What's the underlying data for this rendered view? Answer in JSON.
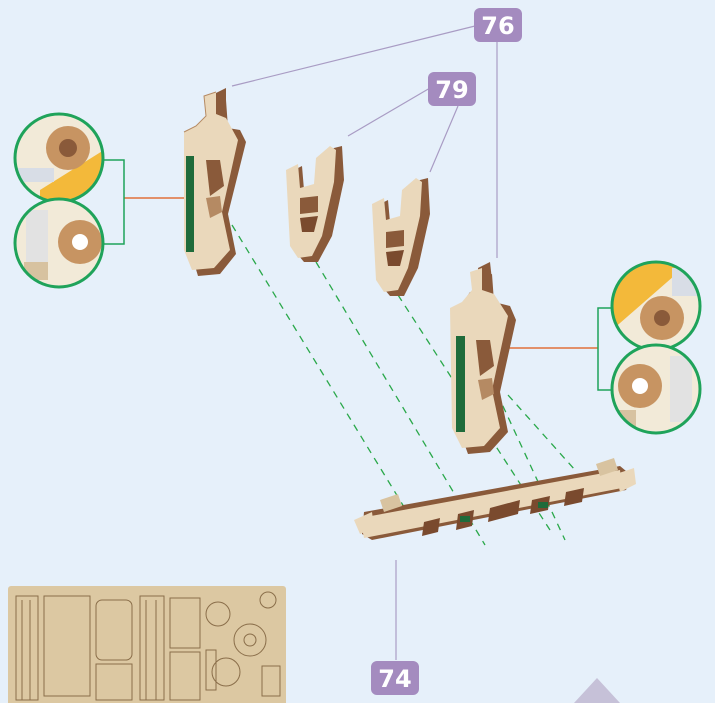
{
  "labels": {
    "part_76": "76",
    "part_79": "79",
    "part_74": "74"
  },
  "colors": {
    "background": "#e6f0fa",
    "badge": "#a48bbf",
    "leader_line": "#a99cc4",
    "guide_dash": "#2aa84a",
    "circle_ring": "#1fa35a",
    "wood_face": "#ead8bb",
    "wood_edge": "#8a5a3a",
    "green_insert": "#1f6b3a",
    "orange_pointer": "#e0703a",
    "sheet_wood": "#dcc8a2"
  },
  "icons": {
    "detail_top_left_1": "gear-on-yellow-detail-icon",
    "detail_top_left_2": "gear-with-tube-detail-icon",
    "detail_right_1": "gear-on-yellow-detail-icon",
    "detail_right_2": "gear-with-tube-detail-icon",
    "sheet": "plywood-sheet-thumbnail"
  }
}
